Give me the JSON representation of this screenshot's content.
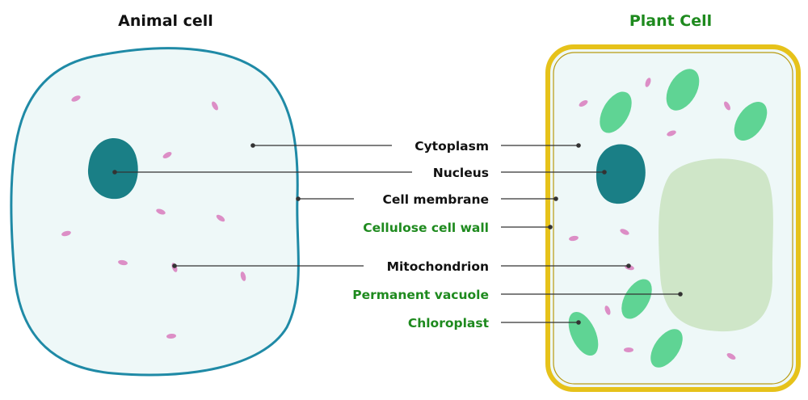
{
  "titles": {
    "animal": "Animal cell",
    "plant": "Plant Cell"
  },
  "labels": {
    "cytoplasm": "Cytoplasm",
    "nucleus": "Nucleus",
    "cell_membrane": "Cell membrane",
    "cellulose_cell_wall": "Cellulose cell wall",
    "mitochondrion": "Mitochondrion",
    "permanent_vacuole": "Permanent vacuole",
    "chloroplast": "Chloroplast"
  },
  "colors": {
    "common_label": "#111111",
    "plant_only_label": "#1e8a1e",
    "cytoplasm_fill": "#eef8f8",
    "membrane": "#1f8aa6",
    "nucleus": "#1a7f86",
    "mitochondrion": "#dc8ec6",
    "chloroplast": "#5fd494",
    "vacuole": "#cfe6c8",
    "cell_wall": "#e6c21a",
    "leader_line": "#333333"
  }
}
